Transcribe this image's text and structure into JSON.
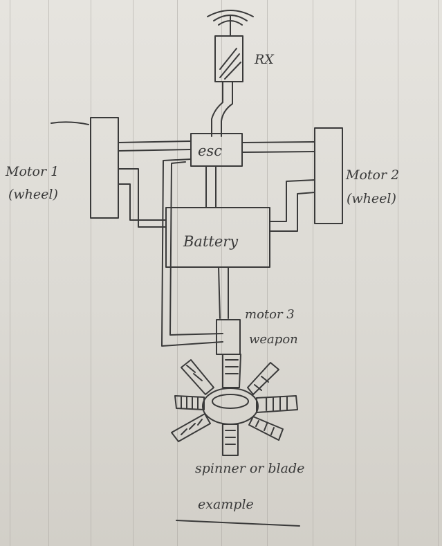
{
  "diagram": {
    "receiver_label": "RX",
    "esc_label": "esc",
    "battery_label": "Battery",
    "motor1_label": "Motor 1",
    "motor1_sub": "(wheel)",
    "motor2_label": "Motor 2",
    "motor2_sub": "(wheel)",
    "motor3_label": "motor 3",
    "motor3_sub": "weapon",
    "caption_line1": "spinner or blade",
    "caption_line2": "example"
  },
  "colors": {
    "ink": "#3a3a3a",
    "paper": "#e3e1dc",
    "rule": "#a9a5a0"
  }
}
